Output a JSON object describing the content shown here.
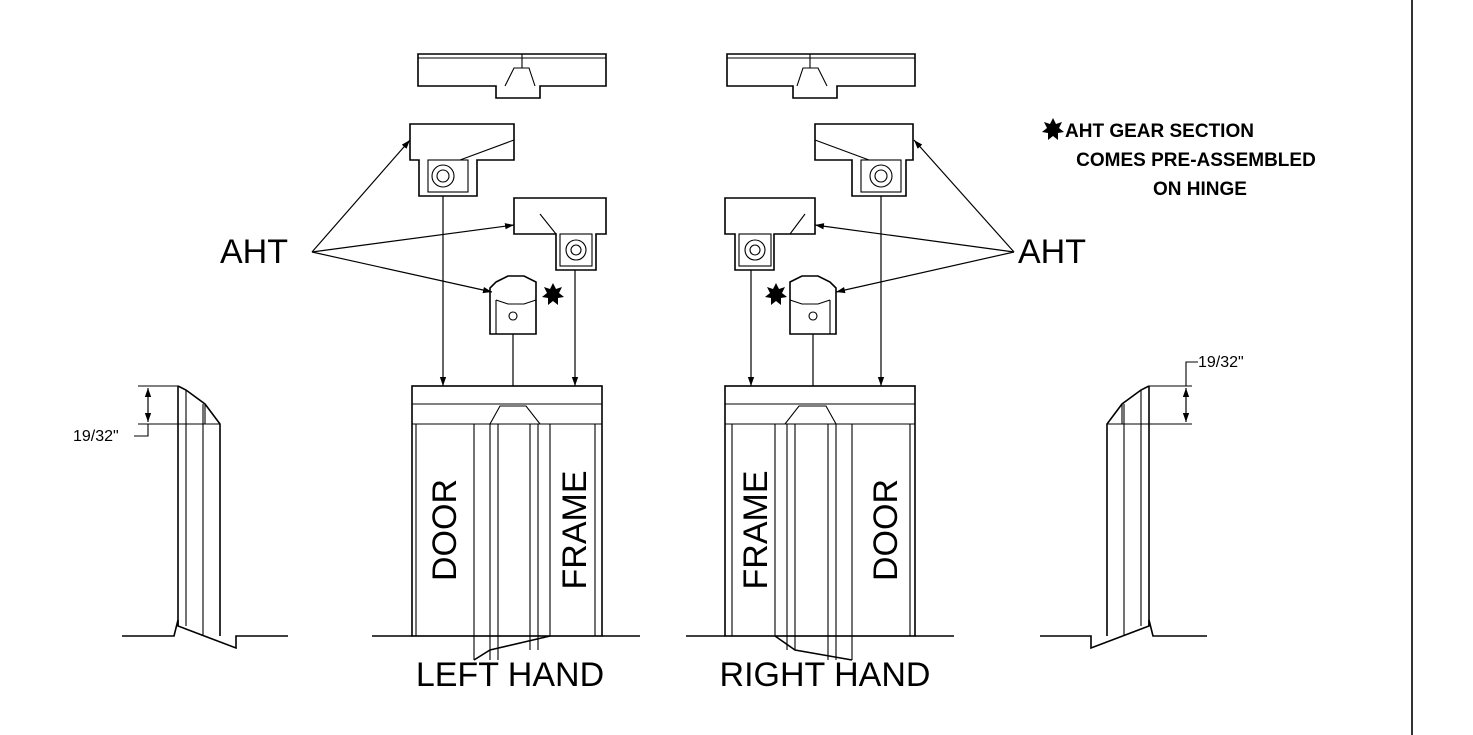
{
  "callouts": {
    "aht_left": "AHT",
    "aht_right": "AHT"
  },
  "note": {
    "line1": "AHT GEAR SECTION",
    "line2": "COMES PRE-ASSEMBLED",
    "line3": "ON HINGE"
  },
  "labels": {
    "door": "DOOR",
    "frame": "FRAME",
    "left_hand": "LEFT HAND",
    "right_hand": "RIGHT HAND"
  },
  "dimensions": {
    "left": "19/32\"",
    "right": "19/32\""
  },
  "icons": {
    "note_marker": "star-icon"
  }
}
